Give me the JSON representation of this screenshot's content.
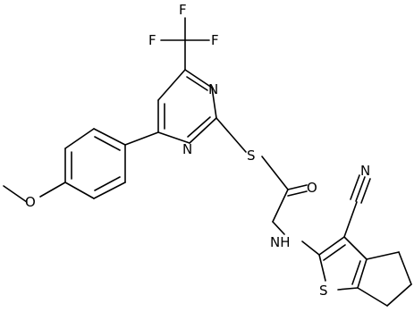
{
  "molecule": {
    "atoms": {
      "F1": "F",
      "F2": "F",
      "F3": "F",
      "N_pyr_top": "N",
      "N_pyr_bottom": "N",
      "S_thioether": "S",
      "O_carbonyl": "O",
      "O_methoxy": "O",
      "N_nitrile": "N",
      "NH_amide": "NH",
      "S_thiophene": "S"
    }
  }
}
